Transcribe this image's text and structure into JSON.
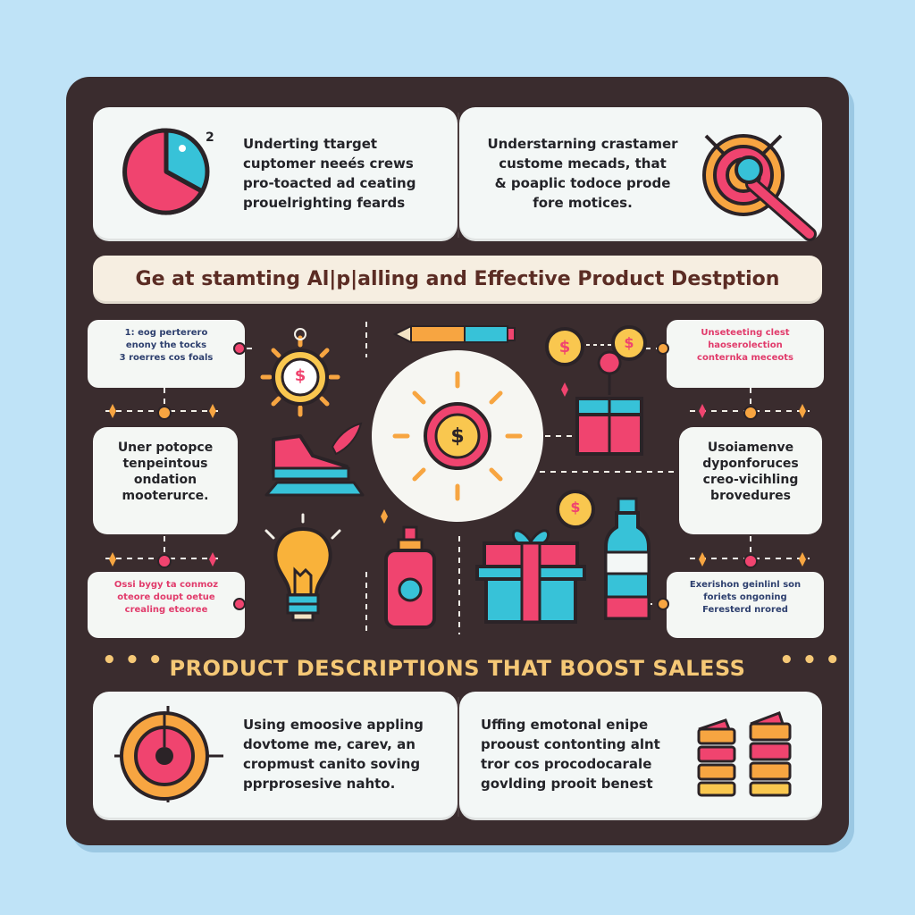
{
  "top_left": {
    "superscript": "2",
    "text": "Underting ttarget\ncuptomer neeés crews\npro-toacted ad ceating\nprouelrighting feards"
  },
  "top_right": {
    "text": "Understarning crastamer\ncustome mecads, that\n& poaplic todoce prode\nfore motices."
  },
  "banner": "Ge at stamting Al|p|alling and Effective Product Destption",
  "notes": {
    "top_left": "1: eog perterero\nenony the tocks\n3 roerres cos foals",
    "mid_left": "Uner potopce\ntenpeintous\nondation\nmooterurce.",
    "bottom_left": "Ossi bygy ta conmoz\noteore doupt oetue\ncrealing eteoree",
    "top_right": "Unseteeting clest\nhaoserolection\nconternka meceots",
    "mid_right": "Usoiamenve\ndyponforuces\ncreo-vicihling\nbrovedures",
    "bottom_right": "Exerishon geinlinl son\nforiets ongoning\nFeresterd nrored"
  },
  "headline": "PRODUCT DESCRIPTIONS THAT BOOST SALESS",
  "bottom_left": {
    "text": "Using emoosive appling\ndovtome me, carev, an\ncropmust canito soving\npprprosesive nahto."
  },
  "bottom_right": {
    "text": "Uffing emotonal enipe\nprooust contonting alnt\ntror cos procodocarale\ngovlding prooit benest"
  },
  "icons": {
    "dollar_symbol": "$",
    "dots": "• • •"
  },
  "colors": {
    "board": "#3a2c2e",
    "pink": "#f0446f",
    "cyan": "#37c2d8",
    "orange": "#f7a541",
    "yellow": "#f9c74f"
  }
}
